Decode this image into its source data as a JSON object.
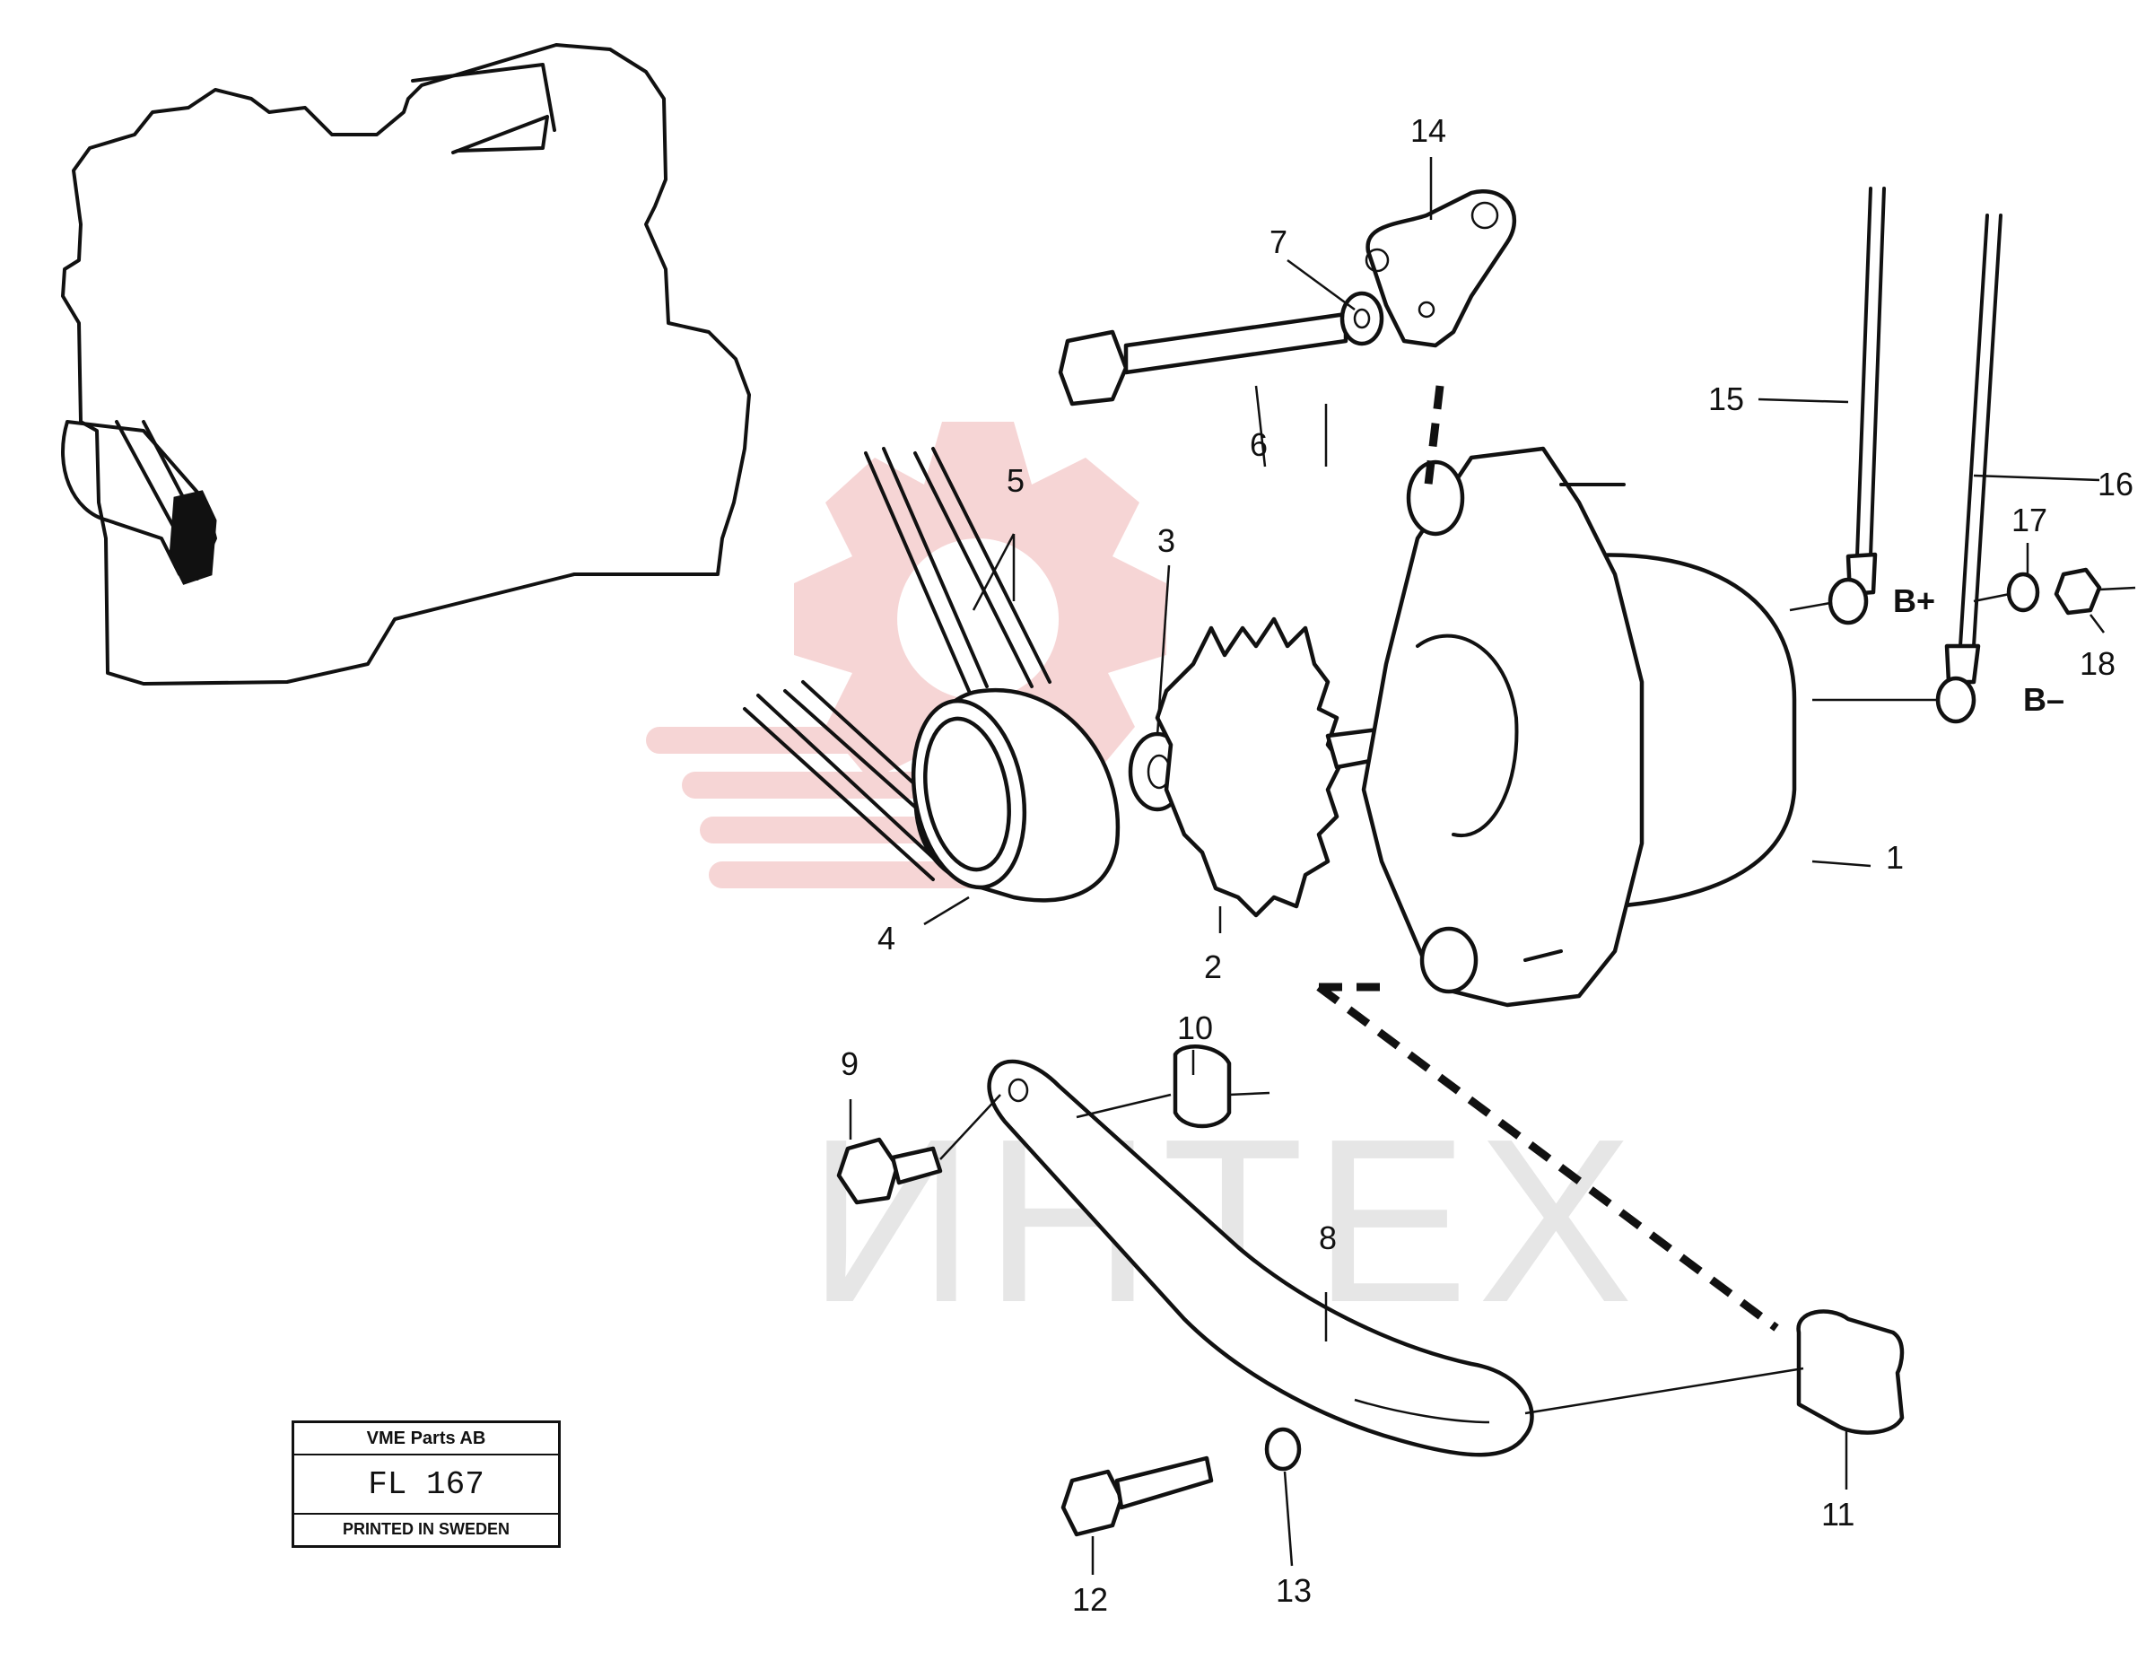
{
  "watermark": {
    "text": "ИНТЕХ"
  },
  "labels": {
    "p1": "1",
    "p2": "2",
    "p3": "3",
    "p4": "4",
    "p5": "5",
    "p6": "6",
    "p7": "7",
    "p8": "8",
    "p9": "9",
    "p10": "10",
    "p11": "11",
    "p12": "12",
    "p13": "13",
    "p14": "14",
    "p15": "15",
    "p16": "16",
    "p17": "17",
    "p18": "18"
  },
  "terminals": {
    "positive": "B+",
    "negative": "B–"
  },
  "stamp": {
    "company": "VME Parts AB",
    "code": "FL 167",
    "printed": "PRINTED IN SWEDEN"
  },
  "colors": {
    "ink": "#111111",
    "watermark": "#f3c7c7"
  }
}
